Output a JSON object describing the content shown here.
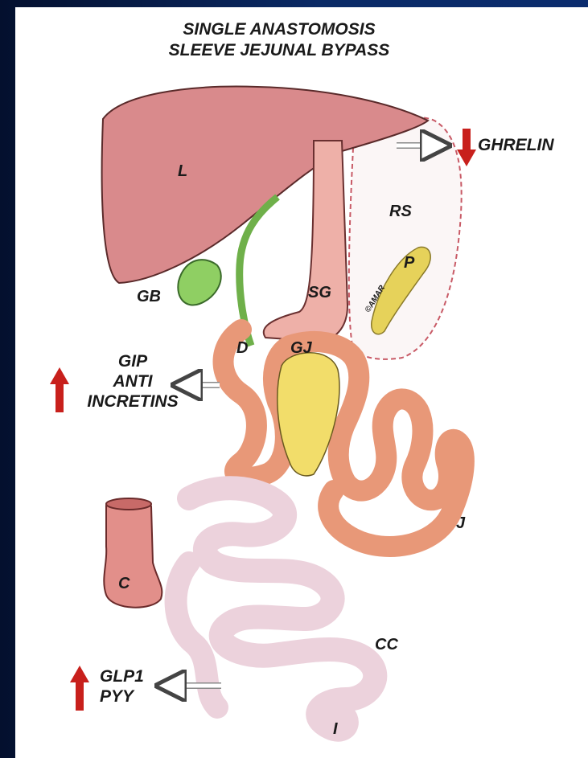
{
  "title_line1": "SINGLE ANASTOMOSIS",
  "title_line2": "SLEEVE JEJUNAL BYPASS",
  "labels": {
    "liver": "L",
    "gallbladder": "GB",
    "sleeve_gastrectomy": "SG",
    "resected_stomach": "RS",
    "pancreas": "P",
    "duodenum": "D",
    "gastrojejunostomy": "GJ",
    "jejunum": "J",
    "colon": "C",
    "common_channel": "CC",
    "ileum": "I"
  },
  "hormones": {
    "ghrelin": {
      "text": "GHRELIN",
      "direction": "down"
    },
    "gip": {
      "lines": [
        "GIP",
        "ANTI",
        "INCRETINS"
      ],
      "direction": "up"
    },
    "glp": {
      "lines": [
        "GLP1",
        "PYY"
      ],
      "direction": "up"
    }
  },
  "signature": "©AMAR",
  "colors": {
    "liver": "#d98a8c",
    "gallbladder": "#8fcf63",
    "stomach": "#eeb0a8",
    "jejunum": "#f0a585",
    "small_bowel": "#ecd2dc",
    "colon": "#e28f8a",
    "pancreas": "#e6d25a",
    "arrow_red": "#c8201c"
  }
}
